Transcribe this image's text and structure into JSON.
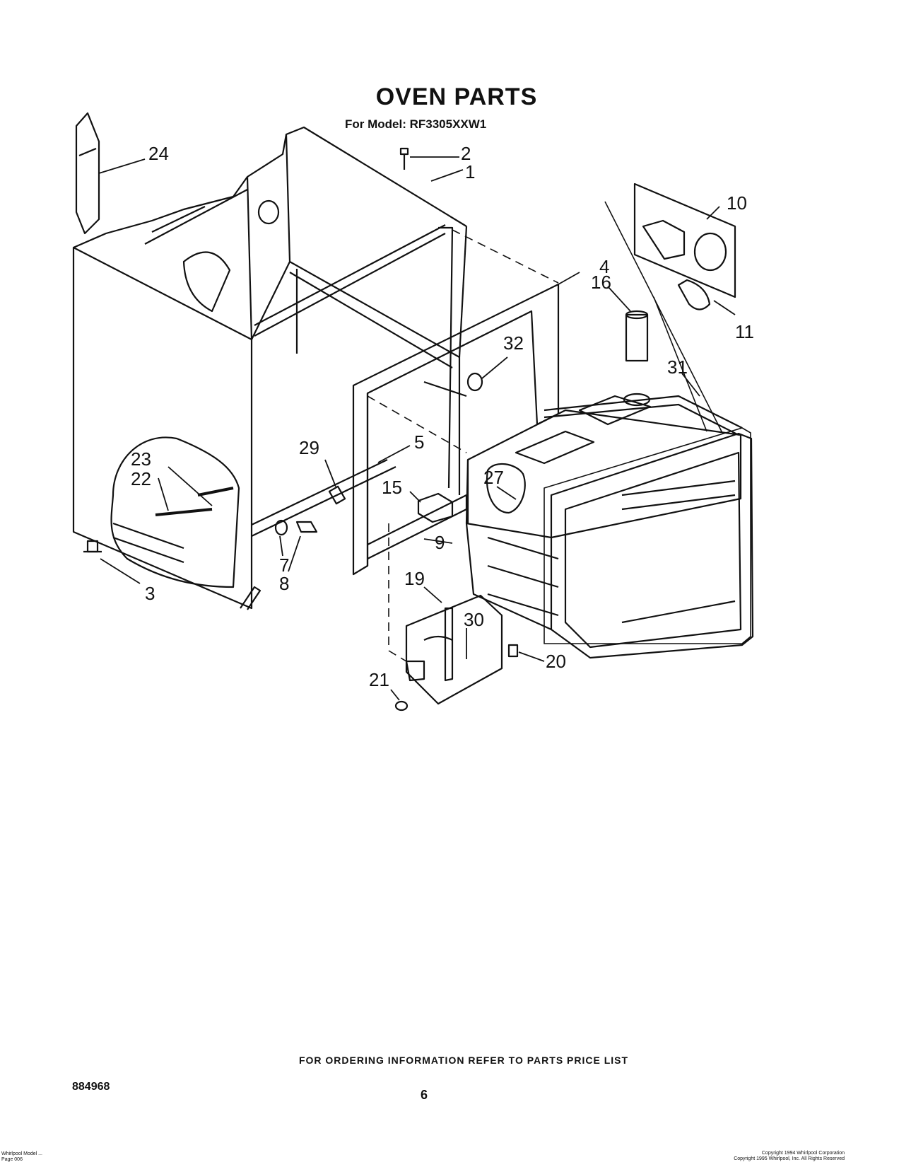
{
  "header": {
    "title": "OVEN PARTS",
    "model_line": "For Model: RF3305XXW1"
  },
  "diagram": {
    "callouts": [
      "1",
      "2",
      "3",
      "4",
      "5",
      "7",
      "8",
      "9",
      "10",
      "11",
      "15",
      "16",
      "19",
      "20",
      "21",
      "22",
      "23",
      "24",
      "27",
      "29",
      "30",
      "31",
      "32"
    ]
  },
  "footer": {
    "ordering_note": "FOR ORDERING INFORMATION REFER TO PARTS PRICE LIST",
    "doc_number": "884968",
    "page_number": "6",
    "left_fine_print": [
      "Whirlpool Model ...",
      "Page 006"
    ],
    "right_fine_print": [
      "Copyright 1994 Whirlpool Corporation",
      "Copyright 1995 Whirlpool, Inc. All Rights Reserved"
    ]
  }
}
